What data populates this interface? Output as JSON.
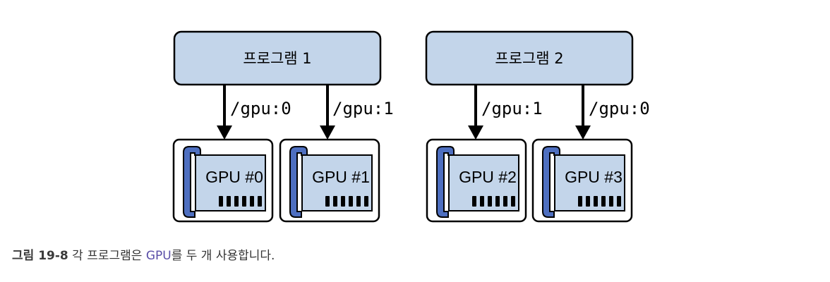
{
  "programs": [
    {
      "label": "프로그램 1"
    },
    {
      "label": "프로그램 2"
    }
  ],
  "arrows": [
    {
      "label": "/gpu:0"
    },
    {
      "label": "/gpu:1"
    },
    {
      "label": "/gpu:1"
    },
    {
      "label": "/gpu:0"
    }
  ],
  "gpus": [
    {
      "label": "GPU #0"
    },
    {
      "label": "GPU #1"
    },
    {
      "label": "GPU #2"
    },
    {
      "label": "GPU #3"
    }
  ],
  "caption": {
    "figure_label": "그림 19-8",
    "text_before": " 각 프로그램은 ",
    "highlight": "GPU",
    "text_after": "를 두 개 사용합니다."
  },
  "colors": {
    "program_fill": "#c3d5ea",
    "card_fill": "#c3d5ea",
    "bracket_fill": "#4e6fc0",
    "ink": "#000000",
    "caption_accent": "#5a4fa8"
  }
}
